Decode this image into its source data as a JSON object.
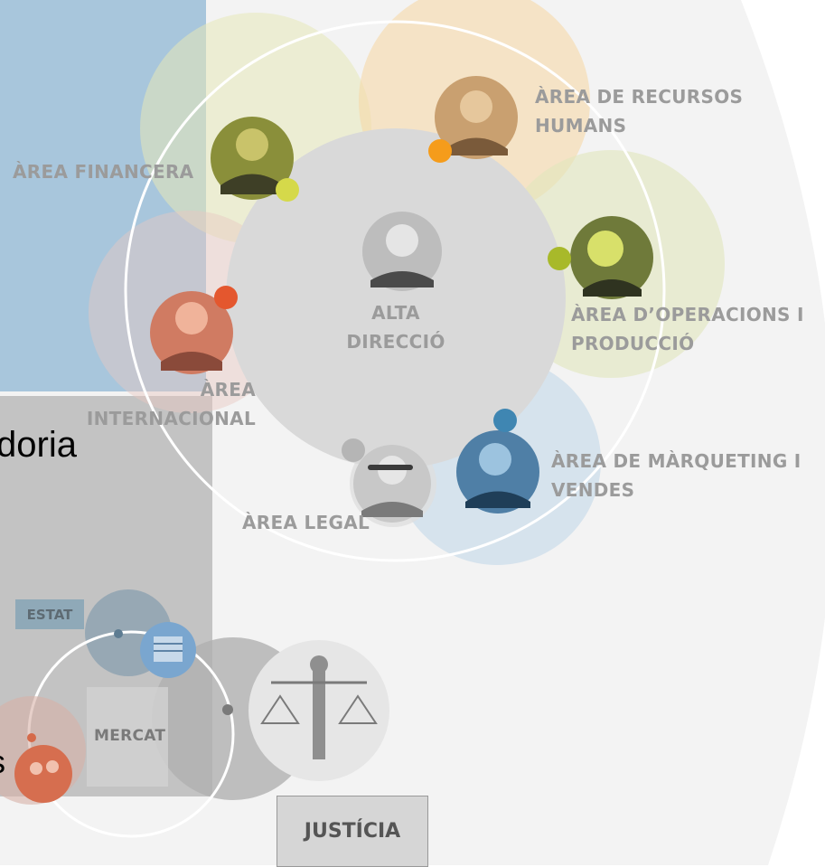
{
  "center": {
    "line1": "ALTA",
    "line2": "DIRECCIÓ"
  },
  "areas": {
    "financera": "ÀREA FINANCERA",
    "rrhh": {
      "line1": "ÀREA DE RECURSOS",
      "line2": "HUMANS"
    },
    "operacions": {
      "line1": "ÀREA D’OPERACIONS I",
      "line2": "PRODUCCIÓ"
    },
    "internacional": {
      "line1": "ÀREA",
      "line2": "INTERNACIONAL"
    },
    "marqueting": {
      "line1": "ÀREA DE MÀRQUETING I",
      "line2": "VENDES"
    },
    "legal": "ÀREA LEGAL"
  },
  "fragments": {
    "heading_partial": "doria",
    "left_partial": "s"
  },
  "lower": {
    "estat": "ESTAT",
    "mercat": "MERCAT",
    "justicia": "JUSTÍCIA"
  },
  "colors": {
    "financera": "#d5d94a",
    "rrhh": "#f59c1b",
    "operacions": "#a8b92a",
    "internacional": "#e4572e",
    "marqueting": "#3f86b2",
    "legal": "#b5b5b5"
  }
}
